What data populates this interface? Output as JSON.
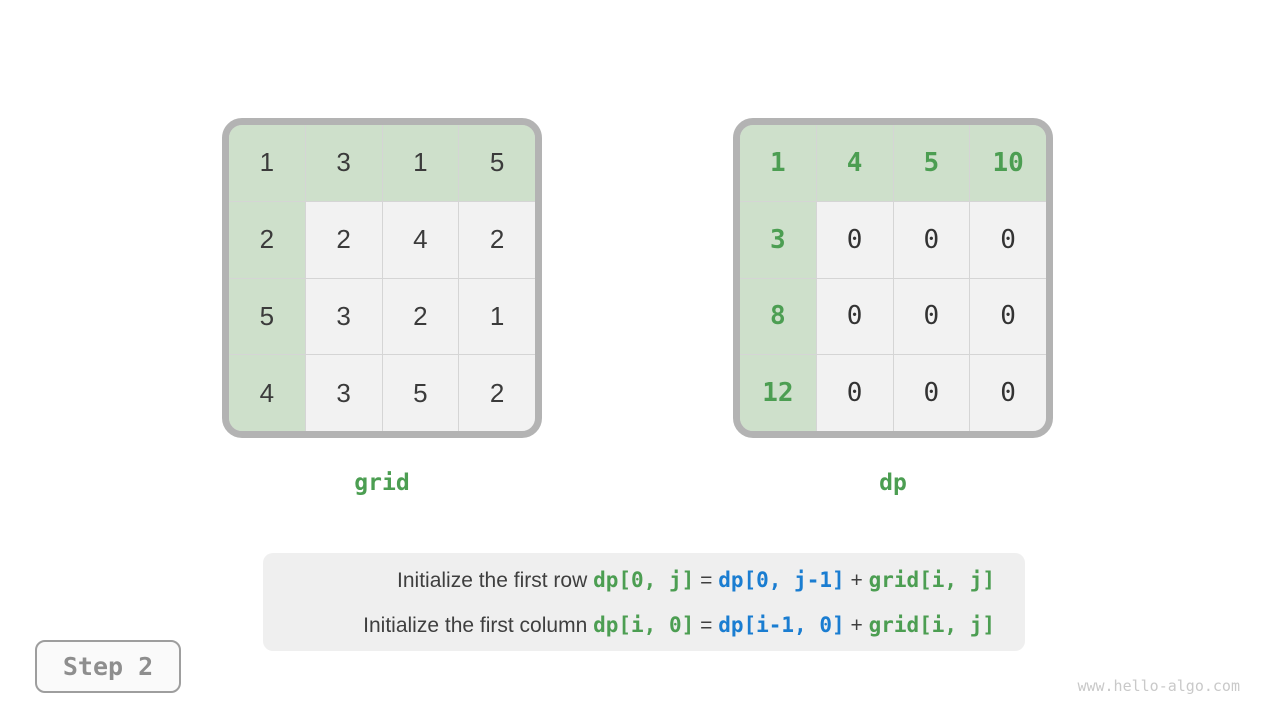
{
  "page": {
    "watermark": "www.hello-algo.com"
  },
  "colors": {
    "highlight_cell_bg": "#cee0cb",
    "plain_cell_bg": "#f2f2f2",
    "frame_border": "#b3b3b3",
    "green_text": "#4c9e52",
    "blue_text": "#1a7dd1",
    "dark_text": "#3b3b3b"
  },
  "step_badge": {
    "label": "Step 2"
  },
  "matrices": {
    "grid": {
      "label": "grid",
      "values": [
        [
          "1",
          "3",
          "1",
          "5"
        ],
        [
          "2",
          "2",
          "4",
          "2"
        ],
        [
          "5",
          "3",
          "2",
          "1"
        ],
        [
          "4",
          "3",
          "5",
          "2"
        ]
      ]
    },
    "dp": {
      "label": "dp",
      "values": [
        [
          "1",
          "4",
          "5",
          "10"
        ],
        [
          "3",
          "0",
          "0",
          "0"
        ],
        [
          "8",
          "0",
          "0",
          "0"
        ],
        [
          "12",
          "0",
          "0",
          "0"
        ]
      ]
    }
  },
  "caption": {
    "lines": [
      {
        "segments": [
          {
            "text": "Initialize the first row "
          },
          {
            "text": "dp[0, j]"
          },
          {
            "text": " = "
          },
          {
            "text": "dp[0, j-1]"
          },
          {
            "text": " + "
          },
          {
            "text": "grid[i, j]"
          }
        ]
      },
      {
        "segments": [
          {
            "text": "Initialize the first column "
          },
          {
            "text": "dp[i, 0]"
          },
          {
            "text": " = "
          },
          {
            "text": "dp[i-1, 0]"
          },
          {
            "text": " + "
          },
          {
            "text": "grid[i, j]"
          }
        ]
      }
    ]
  }
}
